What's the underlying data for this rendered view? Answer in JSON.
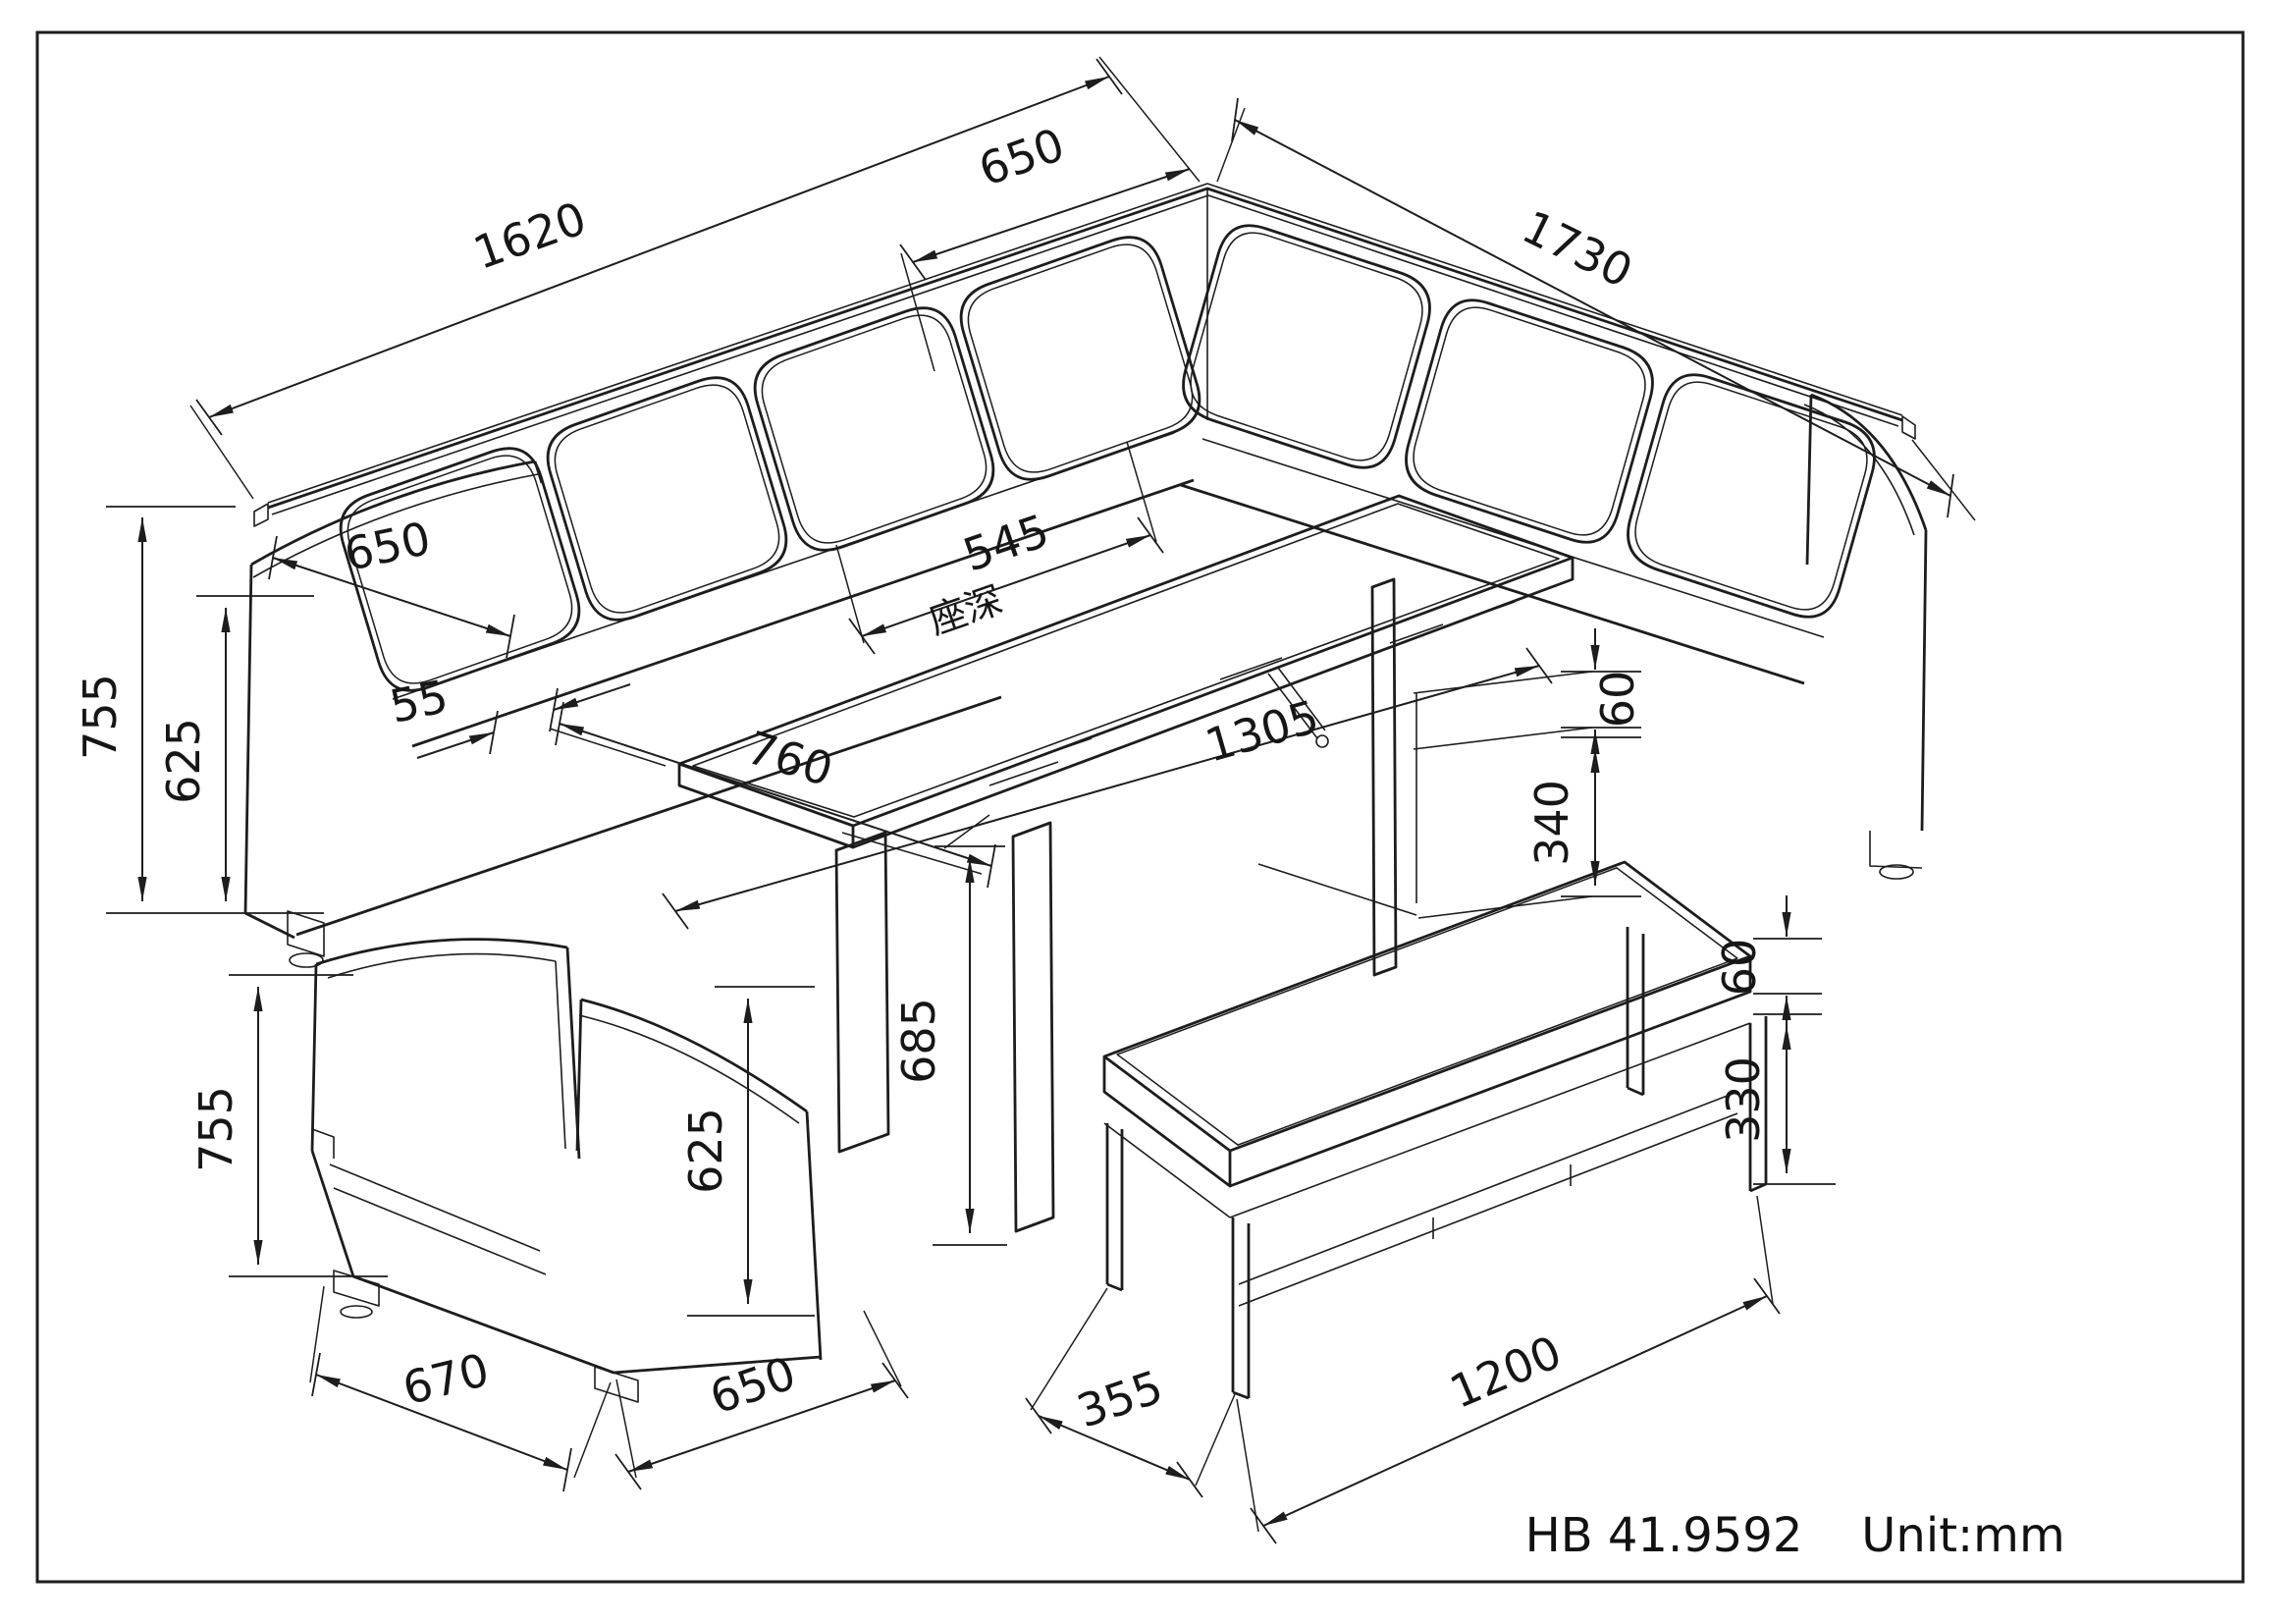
{
  "colors": {
    "ink": "#1d1d1d",
    "background": "#ffffff"
  },
  "title": {
    "model": "HB 41.9592",
    "unit": "Unit:mm"
  },
  "dims": {
    "overall_left": "1620",
    "corner_section": "650",
    "overall_right": "1730",
    "seat_depth_left": "650",
    "armrest_width": "55",
    "seat_depth_value": "545",
    "seat_depth_cn": "座深",
    "table_width": "760",
    "table_length": "1305",
    "table_height": "685",
    "sofa_height": "755",
    "sofa_back_height": "625",
    "chair_height": "755",
    "chair_back_height": "625",
    "sofa_cushion_thickness": "60",
    "under_seat_clearance": "340",
    "bench_cushion_thickness": "60",
    "bench_frame_height": "330",
    "chair_width": "670",
    "chair_depth": "650",
    "bench_depth": "355",
    "bench_length": "1200"
  }
}
